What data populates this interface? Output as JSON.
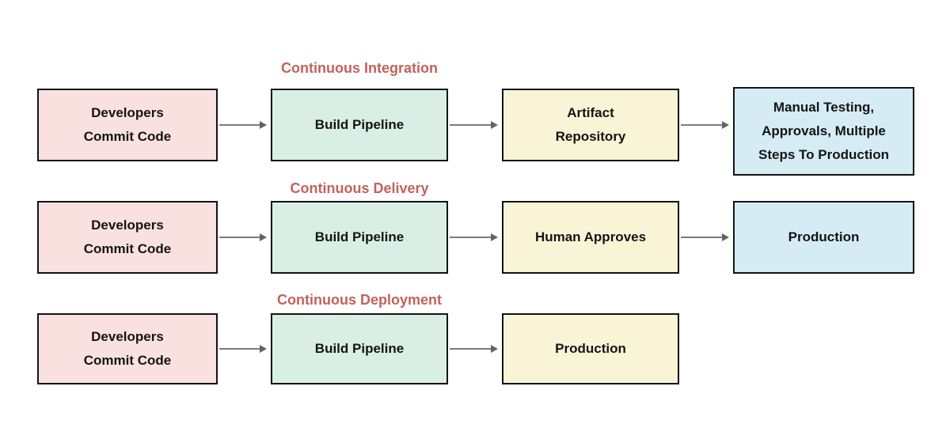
{
  "page": {
    "background": "#ffffff"
  },
  "diagram": {
    "title_color": "#c2625c",
    "arrow_color": "#7a7a7a",
    "box_border_color": "#131313",
    "box_text_color": "#141414",
    "rows": [
      {
        "title": "Continuous Integration",
        "boxes": [
          {
            "label": "Developers\nCommit Code",
            "fill": "#f9e1e0"
          },
          {
            "label": "Build Pipeline",
            "fill": "#d9efe6"
          },
          {
            "label": "Artifact\nRepository",
            "fill": "#faf4d7"
          },
          {
            "label": "Manual Testing,\nApprovals, Multiple\nSteps To Production",
            "fill": "#d6ecf5"
          }
        ]
      },
      {
        "title": "Continuous Delivery",
        "boxes": [
          {
            "label": "Developers\nCommit Code",
            "fill": "#f9e1e0"
          },
          {
            "label": "Build Pipeline",
            "fill": "#d9efe6"
          },
          {
            "label": "Human Approves",
            "fill": "#faf4d7"
          },
          {
            "label": "Production",
            "fill": "#d6ecf5"
          }
        ]
      },
      {
        "title": "Continuous Deployment",
        "boxes": [
          {
            "label": "Developers\nCommit Code",
            "fill": "#f9e1e0"
          },
          {
            "label": "Build Pipeline",
            "fill": "#d9efe6"
          },
          {
            "label": "Production",
            "fill": "#faf4d7"
          }
        ]
      }
    ]
  }
}
